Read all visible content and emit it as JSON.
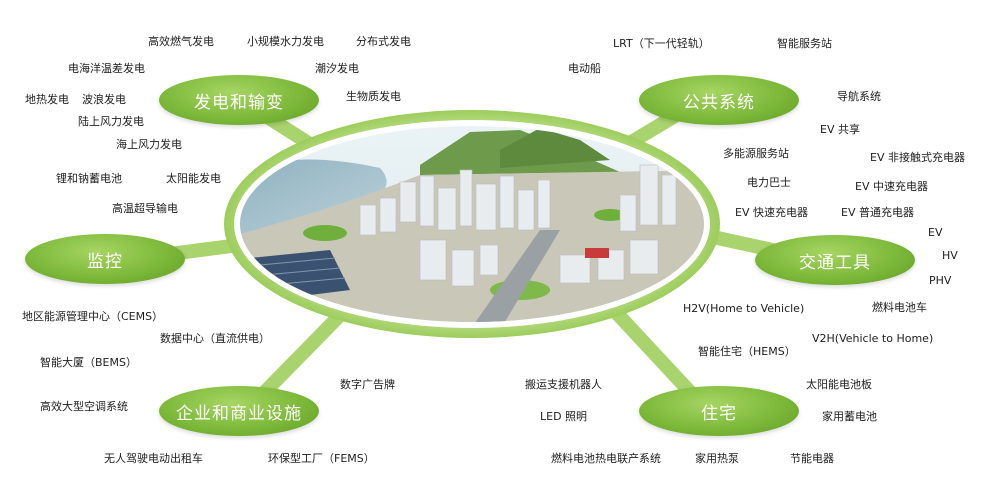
{
  "hubs": {
    "power": "发电和输变",
    "public": "公共系统",
    "monitor": "监控",
    "transport": "交通工具",
    "enterprise": "企业和商业设施",
    "home": "住宅"
  },
  "labels": {
    "power": [
      "高效燃气发电",
      "小规模水力发电",
      "分布式发电",
      "电海洋温差发电",
      "潮汐发电",
      "地热发电",
      "波浪发电",
      "生物质发电",
      "陆上风力发电",
      "海上风力发电",
      "锂和钠蓄电池",
      "太阳能发电",
      "高温超导输电"
    ],
    "public": [
      "LRT（下一代轻轨）",
      "智能服务站",
      "电动船",
      "导航系统",
      "EV 共享",
      "多能源服务站",
      "EV 非接触式充电器",
      "电力巴士",
      "EV 中速充电器",
      "EV 快速充电器",
      "EV 普通充电器"
    ],
    "transport": [
      "EV",
      "HV",
      "PHV",
      "燃料电池车",
      "H2V(Home to Vehicle)",
      "V2H(Vehicle to Home)"
    ],
    "monitor": [
      "地区能源管理中心（CEMS）",
      "数据中心（直流供电）",
      "智能大厦（BEMS）",
      "高效大型空调系统"
    ],
    "enterprise": [
      "数字广告牌",
      "无人驾驶电动出租车",
      "环保型工厂（FEMS）"
    ],
    "home": [
      "智能住宅（HEMS）",
      "搬运支援机器人",
      "太阳能电池板",
      "LED 照明",
      "家用蓄电池",
      "燃料电池热电联产系统",
      "家用热泵",
      "节能电器"
    ]
  },
  "colors": {
    "accent": "#7db93a",
    "light": "#b7dc82",
    "dark": "#5f9c22",
    "text": "#1e1e1e"
  }
}
